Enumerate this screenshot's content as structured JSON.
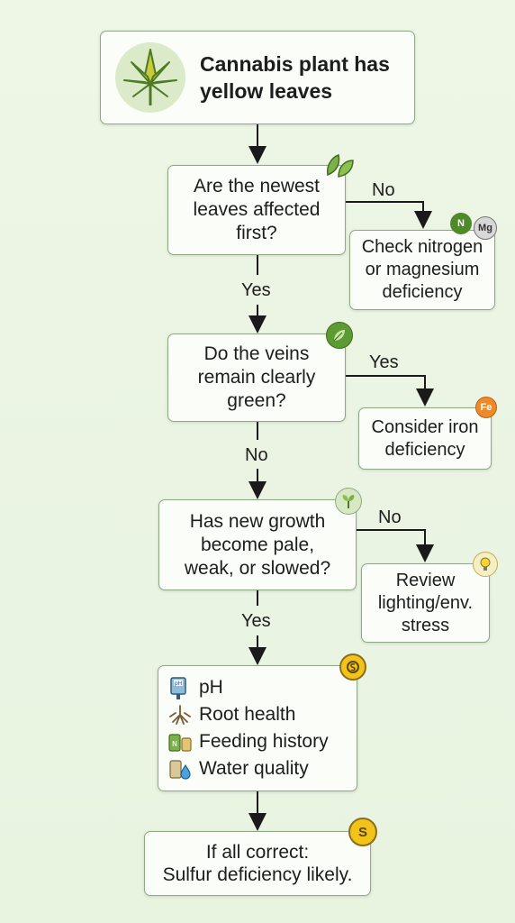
{
  "start": {
    "title_line1": "Cannabis plant has",
    "title_line2": "yellow leaves"
  },
  "q1": {
    "line1": "Are the newest",
    "line2": "leaves affected",
    "line3": "first?",
    "no_label": "No",
    "yes_label": "Yes"
  },
  "r1": {
    "line1": "Check nitrogen",
    "line2": "or magnesium",
    "line3": "deficiency",
    "badge_n": "N",
    "badge_mg": "Mg"
  },
  "q2": {
    "line1": "Do the veins",
    "line2": "remain clearly",
    "line3": "green?",
    "yes_label": "Yes",
    "no_label": "No"
  },
  "r2": {
    "line1": "Consider iron",
    "line2": "deficiency",
    "badge": "Fe"
  },
  "q3": {
    "line1": "Has new growth",
    "line2": "become pale,",
    "line3": "weak, or slowed?",
    "no_label": "No",
    "yes_label": "Yes"
  },
  "r3": {
    "line1": "Review",
    "line2": "lighting/env.",
    "line3": "stress"
  },
  "checklist": {
    "items": [
      "pH",
      "Root health",
      "Feeding history",
      "Water quality"
    ],
    "ph_icon_text": "pH",
    "feed_icon_text": "N"
  },
  "final": {
    "line1": "If all correct:",
    "line2": "Sulfur deficiency likely.",
    "badge": "S"
  },
  "colors": {
    "arrow": "#1a1a1a",
    "box_border": "#8fa886",
    "leaf_green": "#7db04a",
    "sulfur_yellow": "#f2c318",
    "iron_orange": "#ef8a2a"
  }
}
